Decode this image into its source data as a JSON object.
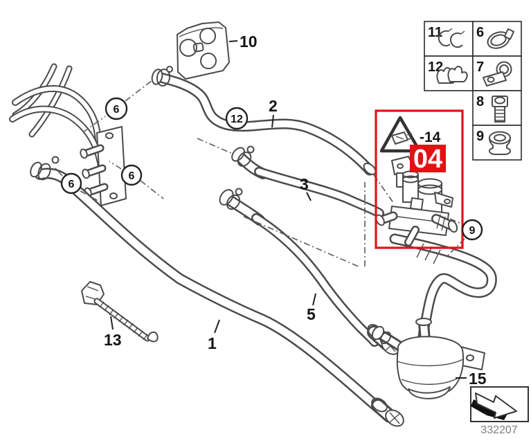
{
  "diagram": {
    "number": "332207",
    "line_color": "#4a4a4a",
    "highlight": {
      "code": "04",
      "part_ref": "-14",
      "color": "#e01313"
    },
    "parts": {
      "1": "1",
      "2": "2",
      "3": "3",
      "5": "5",
      "10": "10",
      "13": "13",
      "15": "15"
    },
    "callouts": [
      {
        "n": "12"
      },
      {
        "n": "6"
      },
      {
        "n": "6"
      },
      {
        "n": "6"
      },
      {
        "n": "9"
      }
    ],
    "legend": {
      "items": [
        {
          "num": "11",
          "icon": "retaining-clip-icon"
        },
        {
          "num": "12",
          "icon": "spring-band-clamp-icon"
        },
        {
          "num": "6",
          "icon": "hose-clamp-icon"
        },
        {
          "num": "7",
          "icon": "line-clamp-icon"
        },
        {
          "num": "8",
          "icon": "screw-icon"
        },
        {
          "num": "9",
          "icon": "grommet-icon"
        }
      ]
    },
    "footer": {
      "diagram_number": "332207",
      "direction_icon": "down-right-arrow-icon"
    }
  }
}
